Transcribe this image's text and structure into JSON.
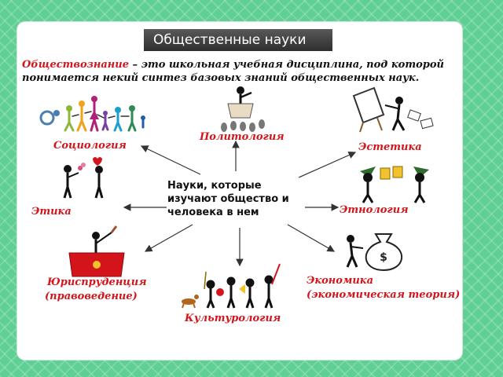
{
  "title": "Общественные науки",
  "intro": {
    "term": "Обществознание",
    "definition": " – это школьная учебная дисциплина, под которой понимается некий синтез базовых знаний общественных наук."
  },
  "center": {
    "text": "Науки, которые изучают общество и человека в нем"
  },
  "sciences": {
    "sociology": "Социология",
    "politology": "Политология",
    "aesthetics": "Эстетика",
    "ethics": "Этика",
    "ethnology": "Этнология",
    "jurisprudence_line1": "Юриспруденция",
    "jurisprudence_line2": "(правоведение)",
    "economics_line1": "Экономика",
    "economics_line2": "(экономическая теория)",
    "culturology": "Культурология"
  },
  "bag_symbol": "$",
  "colors": {
    "label_red": "#d4141b",
    "title_bg": "#3a3a3a",
    "background": "#5fcf93"
  }
}
